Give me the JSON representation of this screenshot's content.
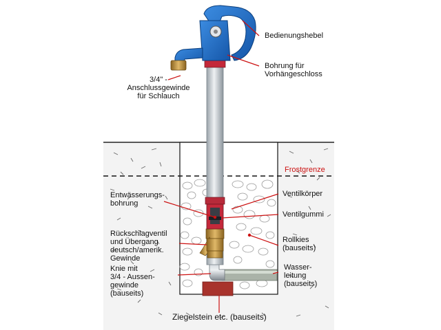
{
  "labels": {
    "operating_lever": "Bedienungshebel",
    "padlock_hole": "Bohrung für\nVorhängeschloss",
    "hose_thread": "3/4\" -\nAnschlussgewinde\nfür Schlauch",
    "frost_line": "Frostgrenze",
    "drain_hole": "Entwässerungs-\nbohrung",
    "valve_body": "Ventilkörper",
    "valve_rubber": "Ventilgummi",
    "check_valve": "Rückschlagventil\nund Übergang\ndeutsch/amerik.\nGewinde",
    "gravel": "Rollkies\n(bauseits)",
    "elbow": "Knie mit\n3/4 - Aussen-\ngewinde\n(bauseits)",
    "water_pipe": "Wasser-\nleitung\n(bauseits)",
    "brick": "Ziegelstein etc. (bauseits)"
  },
  "colors": {
    "hydrant_blue": "#1a6fc4",
    "pipe_grey": "#d9dee2",
    "valve_red": "#c4283a",
    "brass": "#b98a3a",
    "brick": "#a8332c",
    "soil": "#f2f2f2",
    "gravel": "#eeeeee",
    "leader": "#cc1111"
  }
}
